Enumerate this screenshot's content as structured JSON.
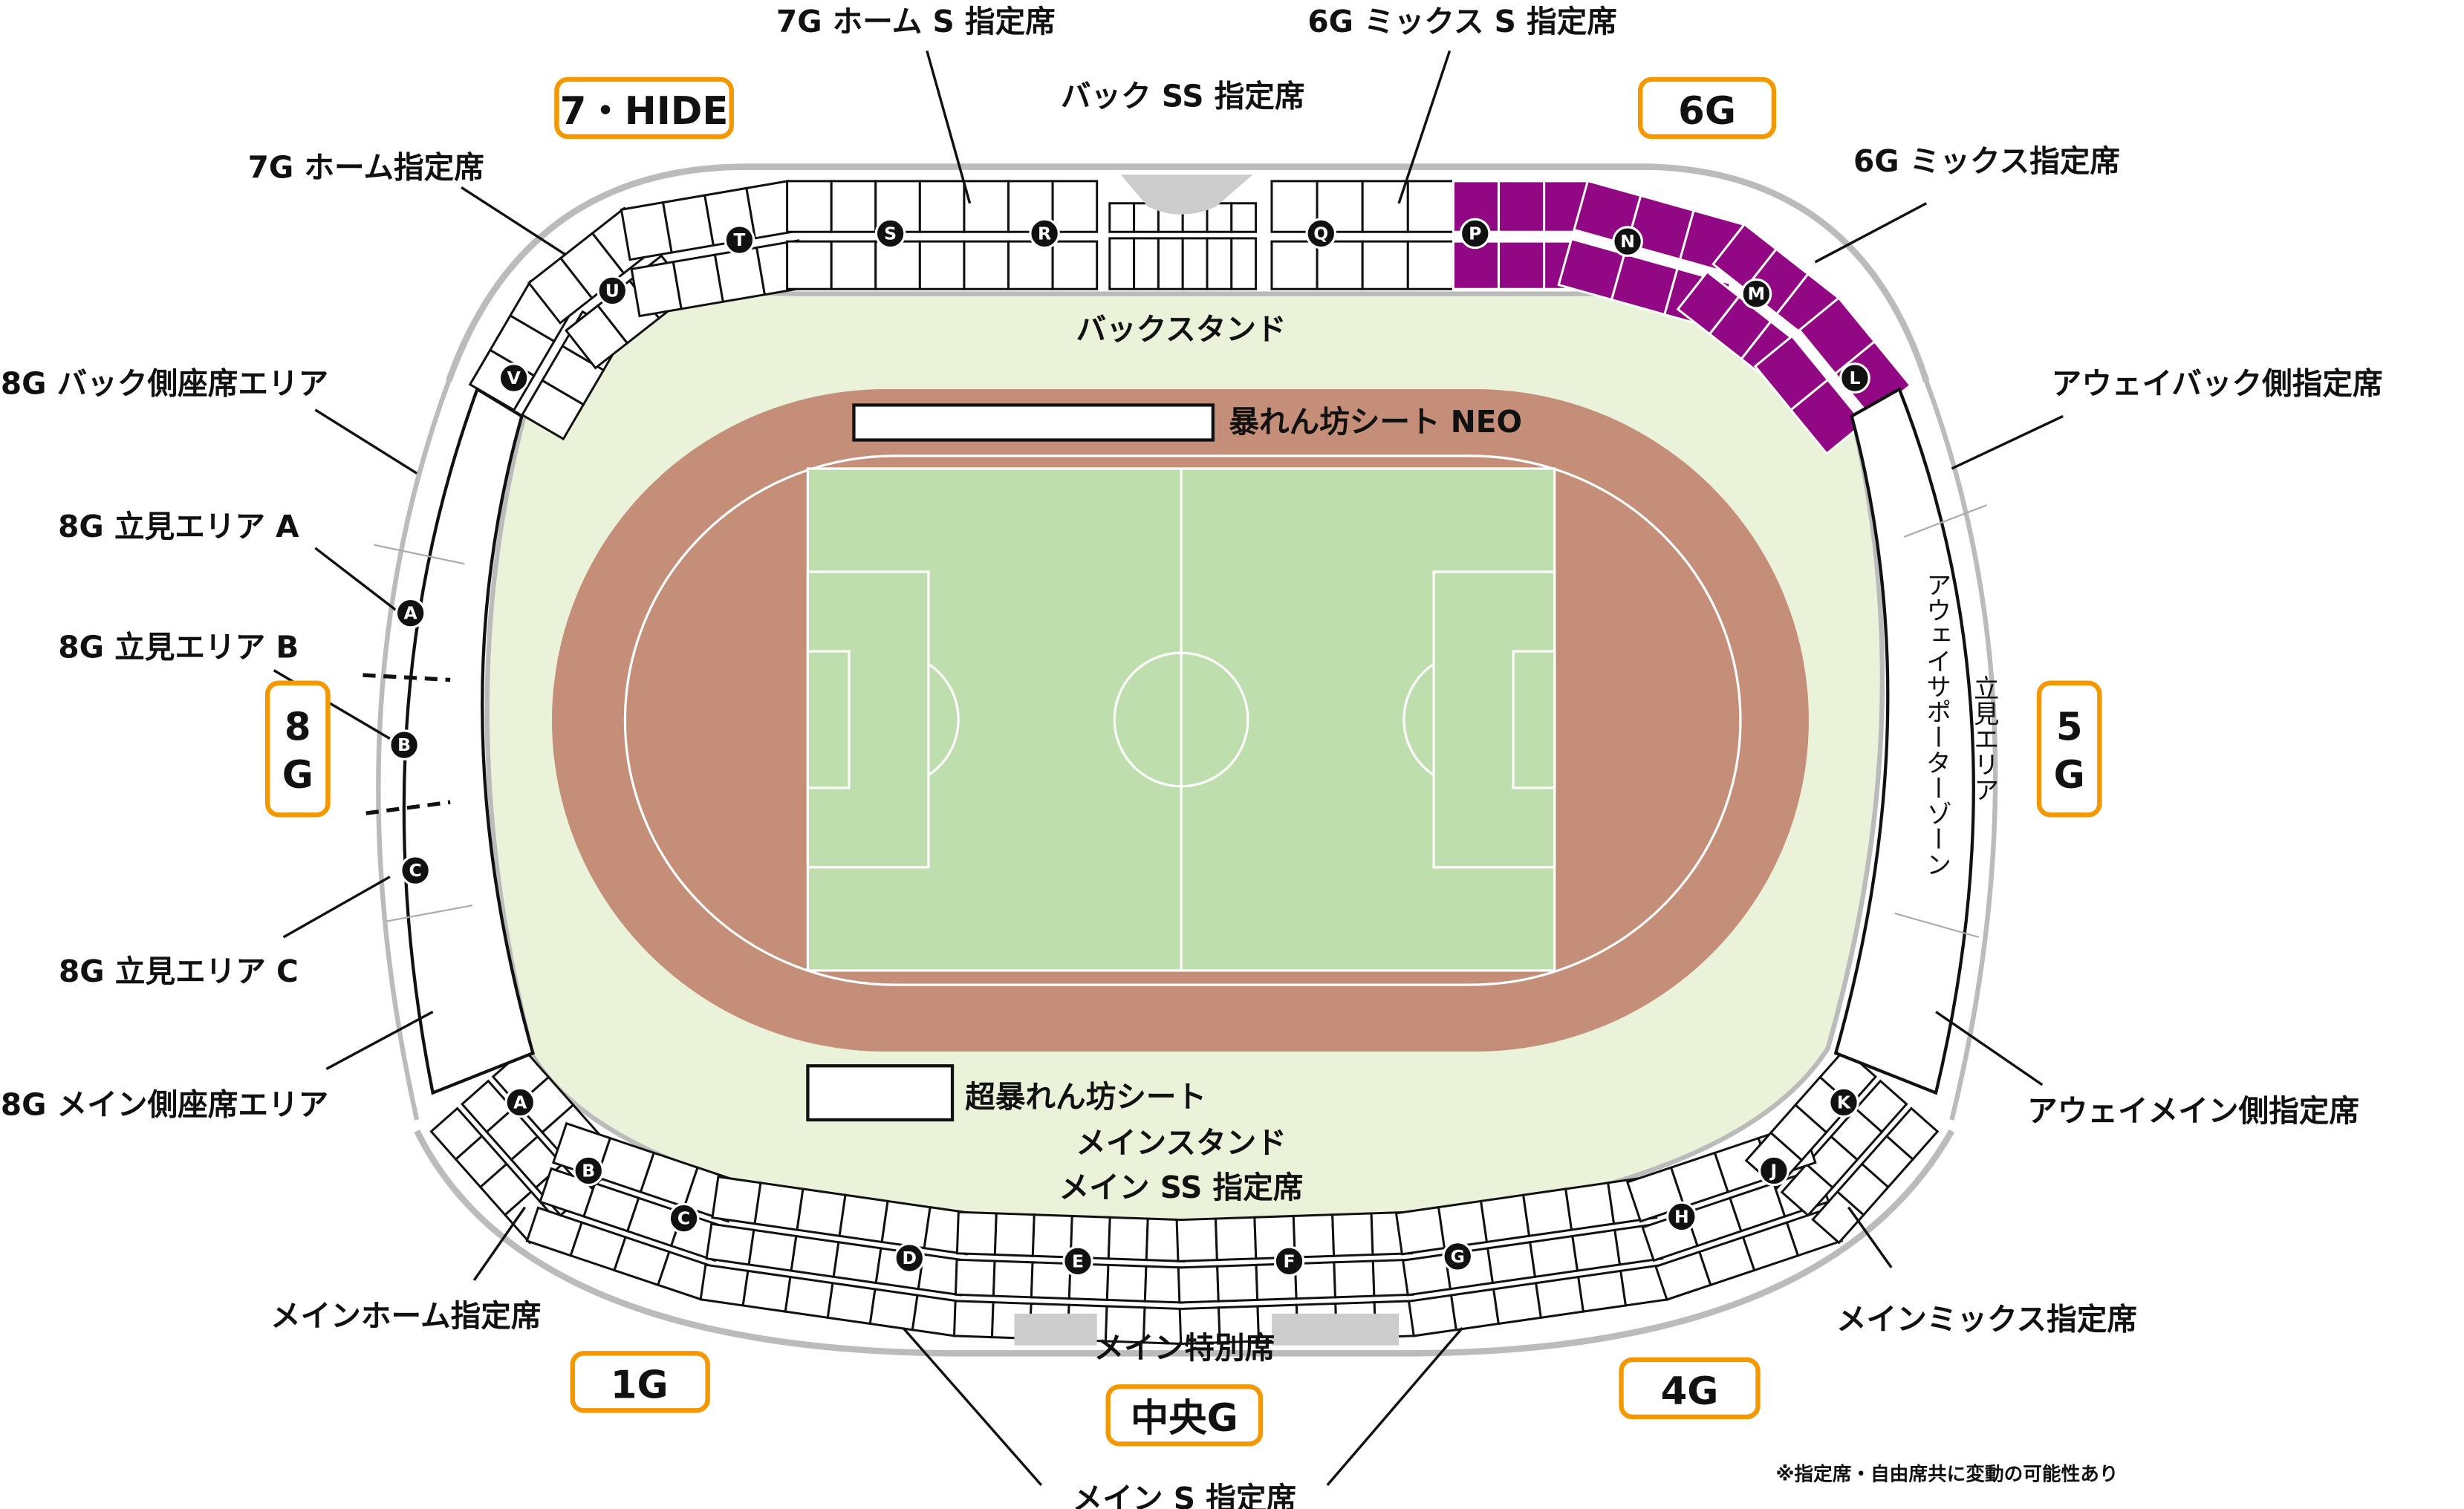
{
  "colors": {
    "gate_border": "#f39800",
    "track": "#c58e78",
    "pitch": "#bfdeae",
    "infield": "#eaf2da",
    "mix_section": "#920783",
    "stairs": "#c8a165",
    "vip": "#cccccc"
  },
  "labels": {
    "home_s": "7G ホーム S 指定席",
    "mix_s": "6G ミックス S 指定席",
    "back_ss": "バック SS 指定席",
    "home": "7G ホーム指定席",
    "mix": "6G ミックス指定席",
    "back_stand": "バックスタンド",
    "neo": "暴れん坊シート NEO",
    "g8_back": "8G バック側座席エリア",
    "away_back": "アウェイバック側指定席",
    "stand_a": "8G 立見エリア A",
    "stand_b": "8G 立見エリア B",
    "stand_c": "8G 立見エリア C",
    "away_zone": "アウェイサポーターゾーン",
    "away_standing": "立見エリア",
    "g8_main": "8G メイン側座席エリア",
    "away_main": "アウェイメイン側指定席",
    "super_seat": "超暴れん坊シート",
    "main_stand": "メインスタンド",
    "main_ss": "メイン SS 指定席",
    "main_home": "メインホーム指定席",
    "main_mix": "メインミックス指定席",
    "main_special": "メイン特別席",
    "main_s": "メイン S 指定席",
    "note": "※指定席・自由席共に変動の可能性あり"
  },
  "gates": {
    "g7": "7・HIDE",
    "g6": "6G",
    "g8a": "8",
    "g8b": "G",
    "g5a": "5",
    "g5b": "G",
    "g1": "1G",
    "gc": "中央G",
    "g4": "4G"
  },
  "markers": {
    "top": [
      "V",
      "U",
      "T",
      "S",
      "R",
      "Q",
      "P",
      "N",
      "M",
      "L"
    ],
    "bottom": [
      "A",
      "B",
      "C",
      "D",
      "E",
      "F",
      "G",
      "H",
      "J",
      "K"
    ],
    "left": [
      "A",
      "B",
      "C"
    ]
  }
}
